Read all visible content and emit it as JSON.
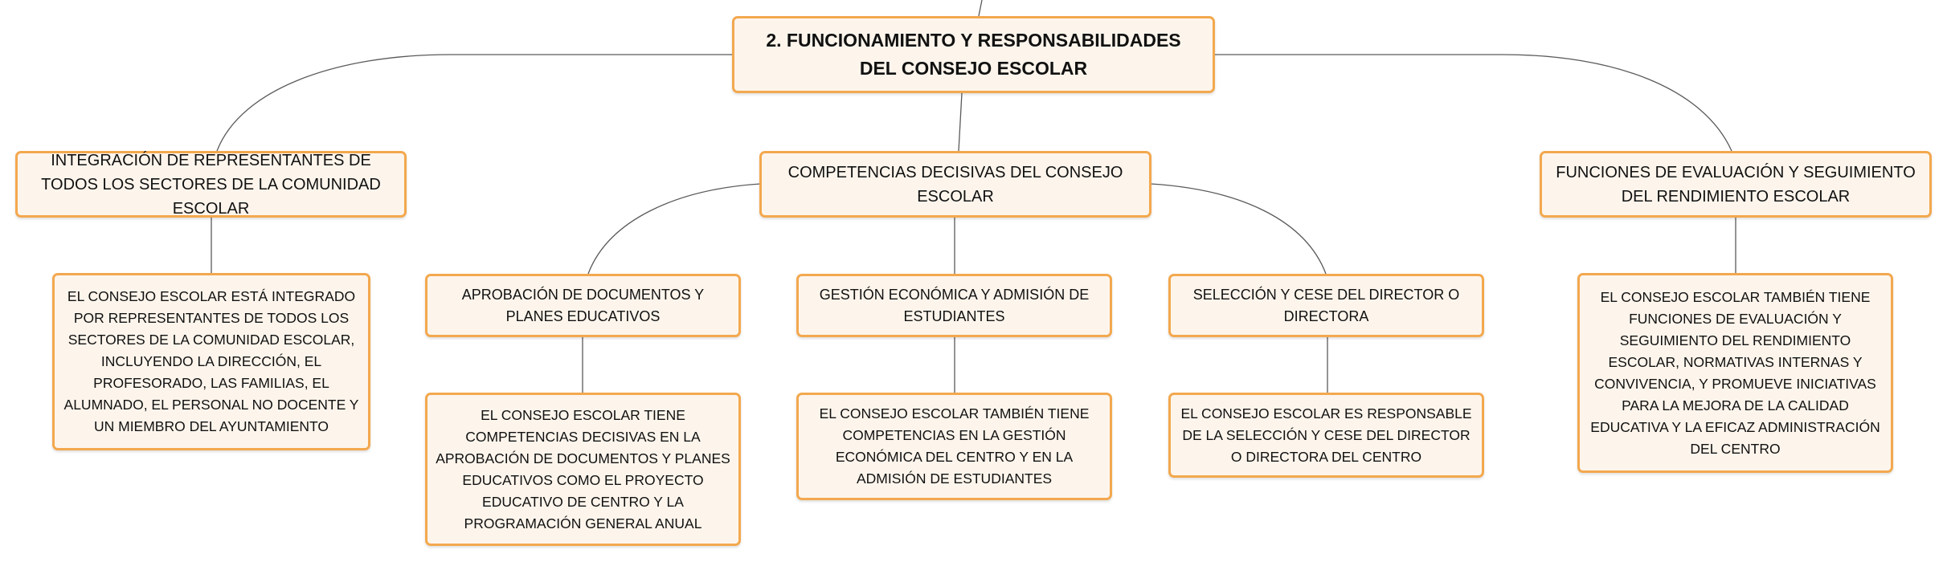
{
  "diagram": {
    "root": {
      "label": "2. FUNCIONAMIENTO Y RESPONSABILIDADES DEL CONSEJO ESCOLAR"
    },
    "branches": [
      {
        "label": "INTEGRACIÓN DE REPRESENTANTES DE TODOS LOS SECTORES DE LA COMUNIDAD ESCOLAR",
        "detail": "EL CONSEJO ESCOLAR ESTÁ INTEGRADO POR REPRESENTANTES DE TODOS LOS SECTORES DE LA COMUNIDAD ESCOLAR, INCLUYENDO LA DIRECCIÓN, EL PROFESORADO, LAS FAMILIAS, EL ALUMNADO, EL PERSONAL NO DOCENTE Y UN MIEMBRO DEL AYUNTAMIENTO"
      },
      {
        "label": "COMPETENCIAS DECISIVAS DEL CONSEJO ESCOLAR",
        "children": [
          {
            "label": "APROBACIÓN DE DOCUMENTOS Y PLANES EDUCATIVOS",
            "detail": "EL CONSEJO ESCOLAR TIENE COMPETENCIAS DECISIVAS EN LA APROBACIÓN DE DOCUMENTOS Y PLANES EDUCATIVOS COMO EL PROYECTO EDUCATIVO DE CENTRO Y LA PROGRAMACIÓN GENERAL ANUAL"
          },
          {
            "label": "GESTIÓN ECONÓMICA Y ADMISIÓN DE ESTUDIANTES",
            "detail": "EL CONSEJO ESCOLAR TAMBIÉN TIENE COMPETENCIAS EN LA GESTIÓN ECONÓMICA DEL CENTRO Y EN LA ADMISIÓN DE ESTUDIANTES"
          },
          {
            "label": "SELECCIÓN Y CESE DEL DIRECTOR O DIRECTORA",
            "detail": "EL CONSEJO ESCOLAR ES RESPONSABLE DE LA SELECCIÓN Y CESE DEL DIRECTOR O DIRECTORA DEL CENTRO"
          }
        ]
      },
      {
        "label": "FUNCIONES DE EVALUACIÓN Y SEGUIMIENTO DEL RENDIMIENTO ESCOLAR",
        "detail": "EL CONSEJO ESCOLAR TAMBIÉN TIENE FUNCIONES DE EVALUACIÓN Y SEGUIMIENTO DEL RENDIMIENTO ESCOLAR, NORMATIVAS INTERNAS Y CONVIVENCIA, Y PROMUEVE INICIATIVAS PARA LA MEJORA DE LA CALIDAD EDUCATIVA Y LA EFICAZ ADMINISTRACIÓN DEL CENTRO"
      }
    ]
  },
  "colors": {
    "node_border": "#f3a84e",
    "node_fill": "#fdf5ec",
    "connector": "#5a5a5a",
    "text": "#111111"
  }
}
